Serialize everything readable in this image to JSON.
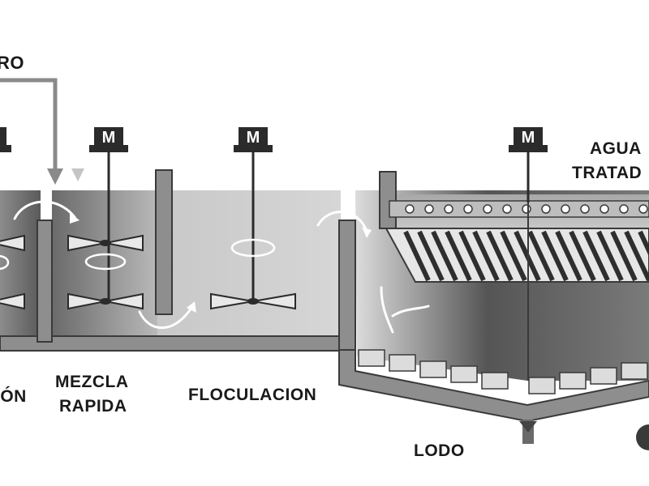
{
  "labels": {
    "top_left_partial": "RO",
    "agua": "AGUA",
    "tratada_partial": "TRATAD",
    "coagulacion_partial": "IÓN",
    "mezcla": "MEZCLA",
    "rapida": "RAPIDA",
    "floculacion": "FLOCULACION",
    "lodo_partial": "LODO"
  },
  "motor_letter": "M",
  "colors": {
    "outline": "#3a3a3a",
    "wall": "#8a8a8a",
    "water_dark": "#5e5e5e",
    "water_light": "#cfcfcf",
    "motor": "#2b2b2b",
    "arrow": "#ffffff",
    "background": "#ffffff"
  }
}
